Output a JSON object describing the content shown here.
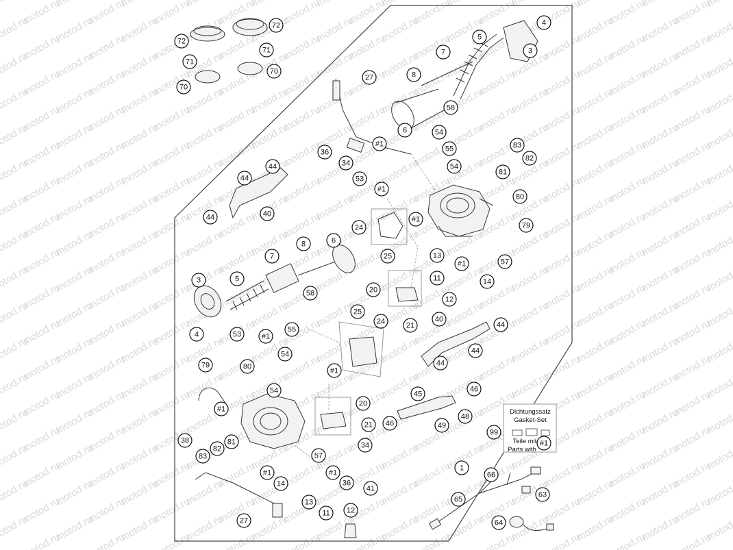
{
  "watermark": "motod.ru",
  "legend": {
    "title_line1": "Dichtungssatz",
    "title_line2": "Gasket-Set",
    "note_line1": "Teile mit",
    "note_line2": "Parts with",
    "marker": "#1",
    "ref": "99"
  },
  "callouts": [
    "72",
    "72",
    "71",
    "71",
    "70",
    "70",
    "4",
    "3",
    "5",
    "7",
    "27",
    "8",
    "58",
    "6",
    "54",
    "83",
    "82",
    "55",
    "81",
    "54",
    "36",
    "#1",
    "34",
    "53",
    "#1",
    "44",
    "44",
    "80",
    "40",
    "44",
    "#1",
    "24",
    "79",
    "7",
    "8",
    "6",
    "25",
    "13",
    "#1",
    "57",
    "3",
    "5",
    "58",
    "11",
    "20",
    "14",
    "12",
    "25",
    "24",
    "21",
    "40",
    "44",
    "4",
    "53",
    "#1",
    "55",
    "44",
    "79",
    "80",
    "54",
    "#1",
    "44",
    "54",
    "46",
    "45",
    "20",
    "#1",
    "48",
    "21",
    "46",
    "49",
    "99",
    "#1",
    "38",
    "81",
    "82",
    "83",
    "57",
    "34",
    "1",
    "#1",
    "#1",
    "66",
    "14",
    "36",
    "41",
    "65",
    "63",
    "13",
    "12",
    "11",
    "27",
    "64"
  ],
  "colors": {
    "line": "#333333",
    "watermark": "#d9d9d9"
  }
}
